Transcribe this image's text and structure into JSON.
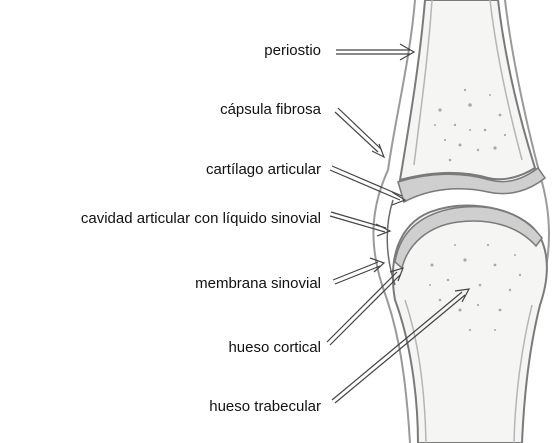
{
  "labels": {
    "periostio": "periostio",
    "capsula_fibrosa": "cápsula fibrosa",
    "cartilago_articular": "cartílago articular",
    "cavidad_articular": "cavidad articular con líquido sinovial",
    "membrana_sinovial": "membrana sinovial",
    "hueso_cortical": "hueso cortical",
    "hueso_trabecular": "hueso trabecular"
  },
  "colors": {
    "bone_outline": "#7a7a7a",
    "bone_fill": "#f5f5f3",
    "cartilage": "#cfcfcf",
    "capsule": "#9a9a9a",
    "speckle": "#a8a8a8",
    "arrow": "#444444"
  }
}
